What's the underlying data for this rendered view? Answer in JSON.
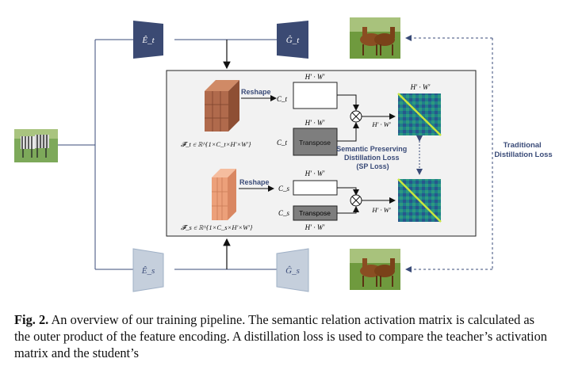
{
  "figure": {
    "teacher_encoder": "Ê_t",
    "teacher_generator": "Ĝ_t",
    "student_encoder": "Ê_s",
    "student_generator": "Ĝ_s",
    "teacher_feature": "𝓕̂_t ∈ ℝ^{1×C_t×H′×W′}",
    "student_feature": "𝓕̂_s ∈ ℝ^{1×C_s×H′×W′}",
    "reshape_top": "Reshape",
    "reshape_bottom": "Reshape",
    "hw_label": "H′ · W′",
    "ct_label": "C_t",
    "cs_label": "C_s",
    "transpose_top": "Transpose",
    "transpose_bottom": "Transpose",
    "sp_loss": [
      "Semantic Preserving",
      "Distillation Loss",
      "(SP Loss)"
    ],
    "traditional_loss": [
      "Traditional",
      "Distillation Loss"
    ],
    "colors": {
      "teacher_block": "#3b4a73",
      "student_block": "#c5cfdc",
      "teacher_cube": "#b06a4c",
      "student_cube": "#eca07a",
      "panel_bg": "#f2f2f2"
    }
  },
  "caption": {
    "label": "Fig. 2.",
    "text": "An overview of our training pipeline. The semantic relation activation matrix is calculated as the outer product of the feature encoding. A distillation loss is used to compare the teacher’s activation matrix and the student’s"
  }
}
